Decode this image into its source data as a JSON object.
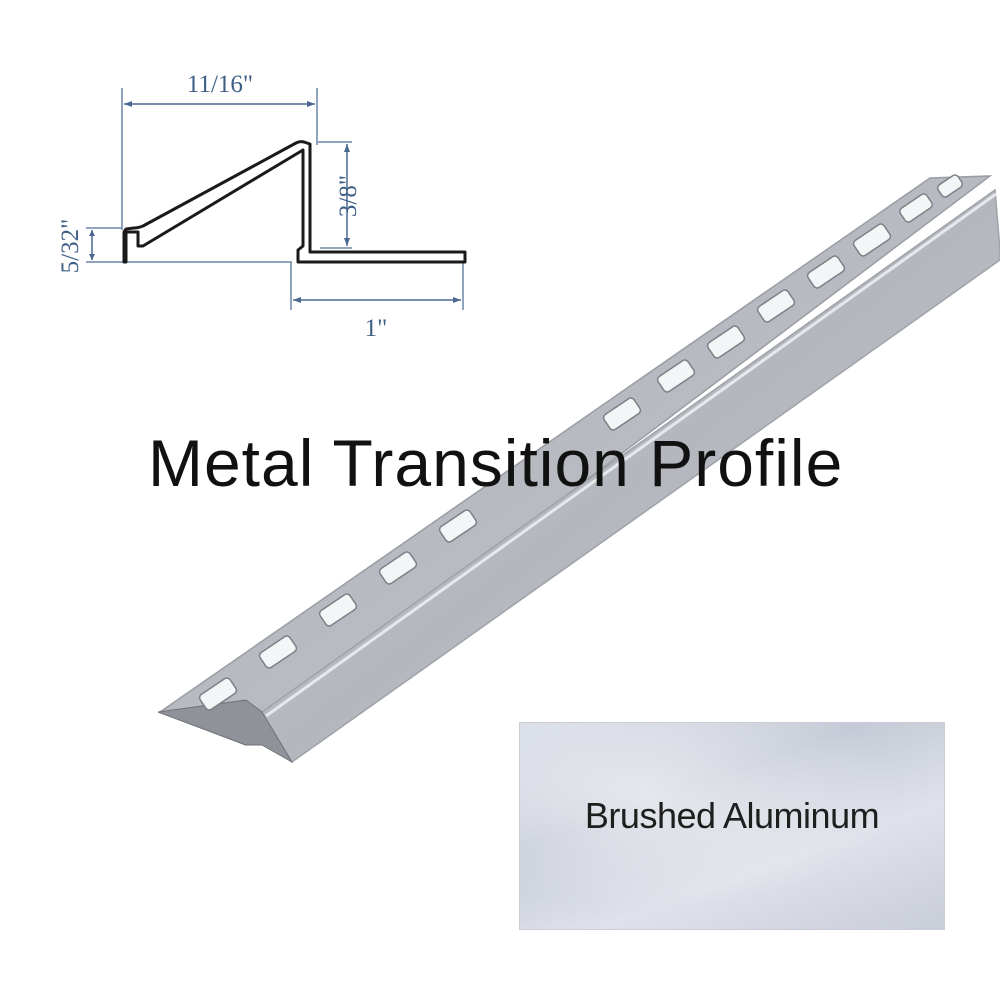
{
  "diagram": {
    "dimensions": {
      "top_width": "11/16\"",
      "left_height": "5/32\"",
      "riser_height": "3/8\"",
      "base_width": "1\""
    },
    "colors": {
      "dimension_lines": "#3f5f86",
      "profile_outline": "#1a1a1a",
      "metal": "#b9bcc3"
    }
  },
  "title": "Metal Transition Profile",
  "finish": {
    "label": "Brushed Aluminum"
  }
}
